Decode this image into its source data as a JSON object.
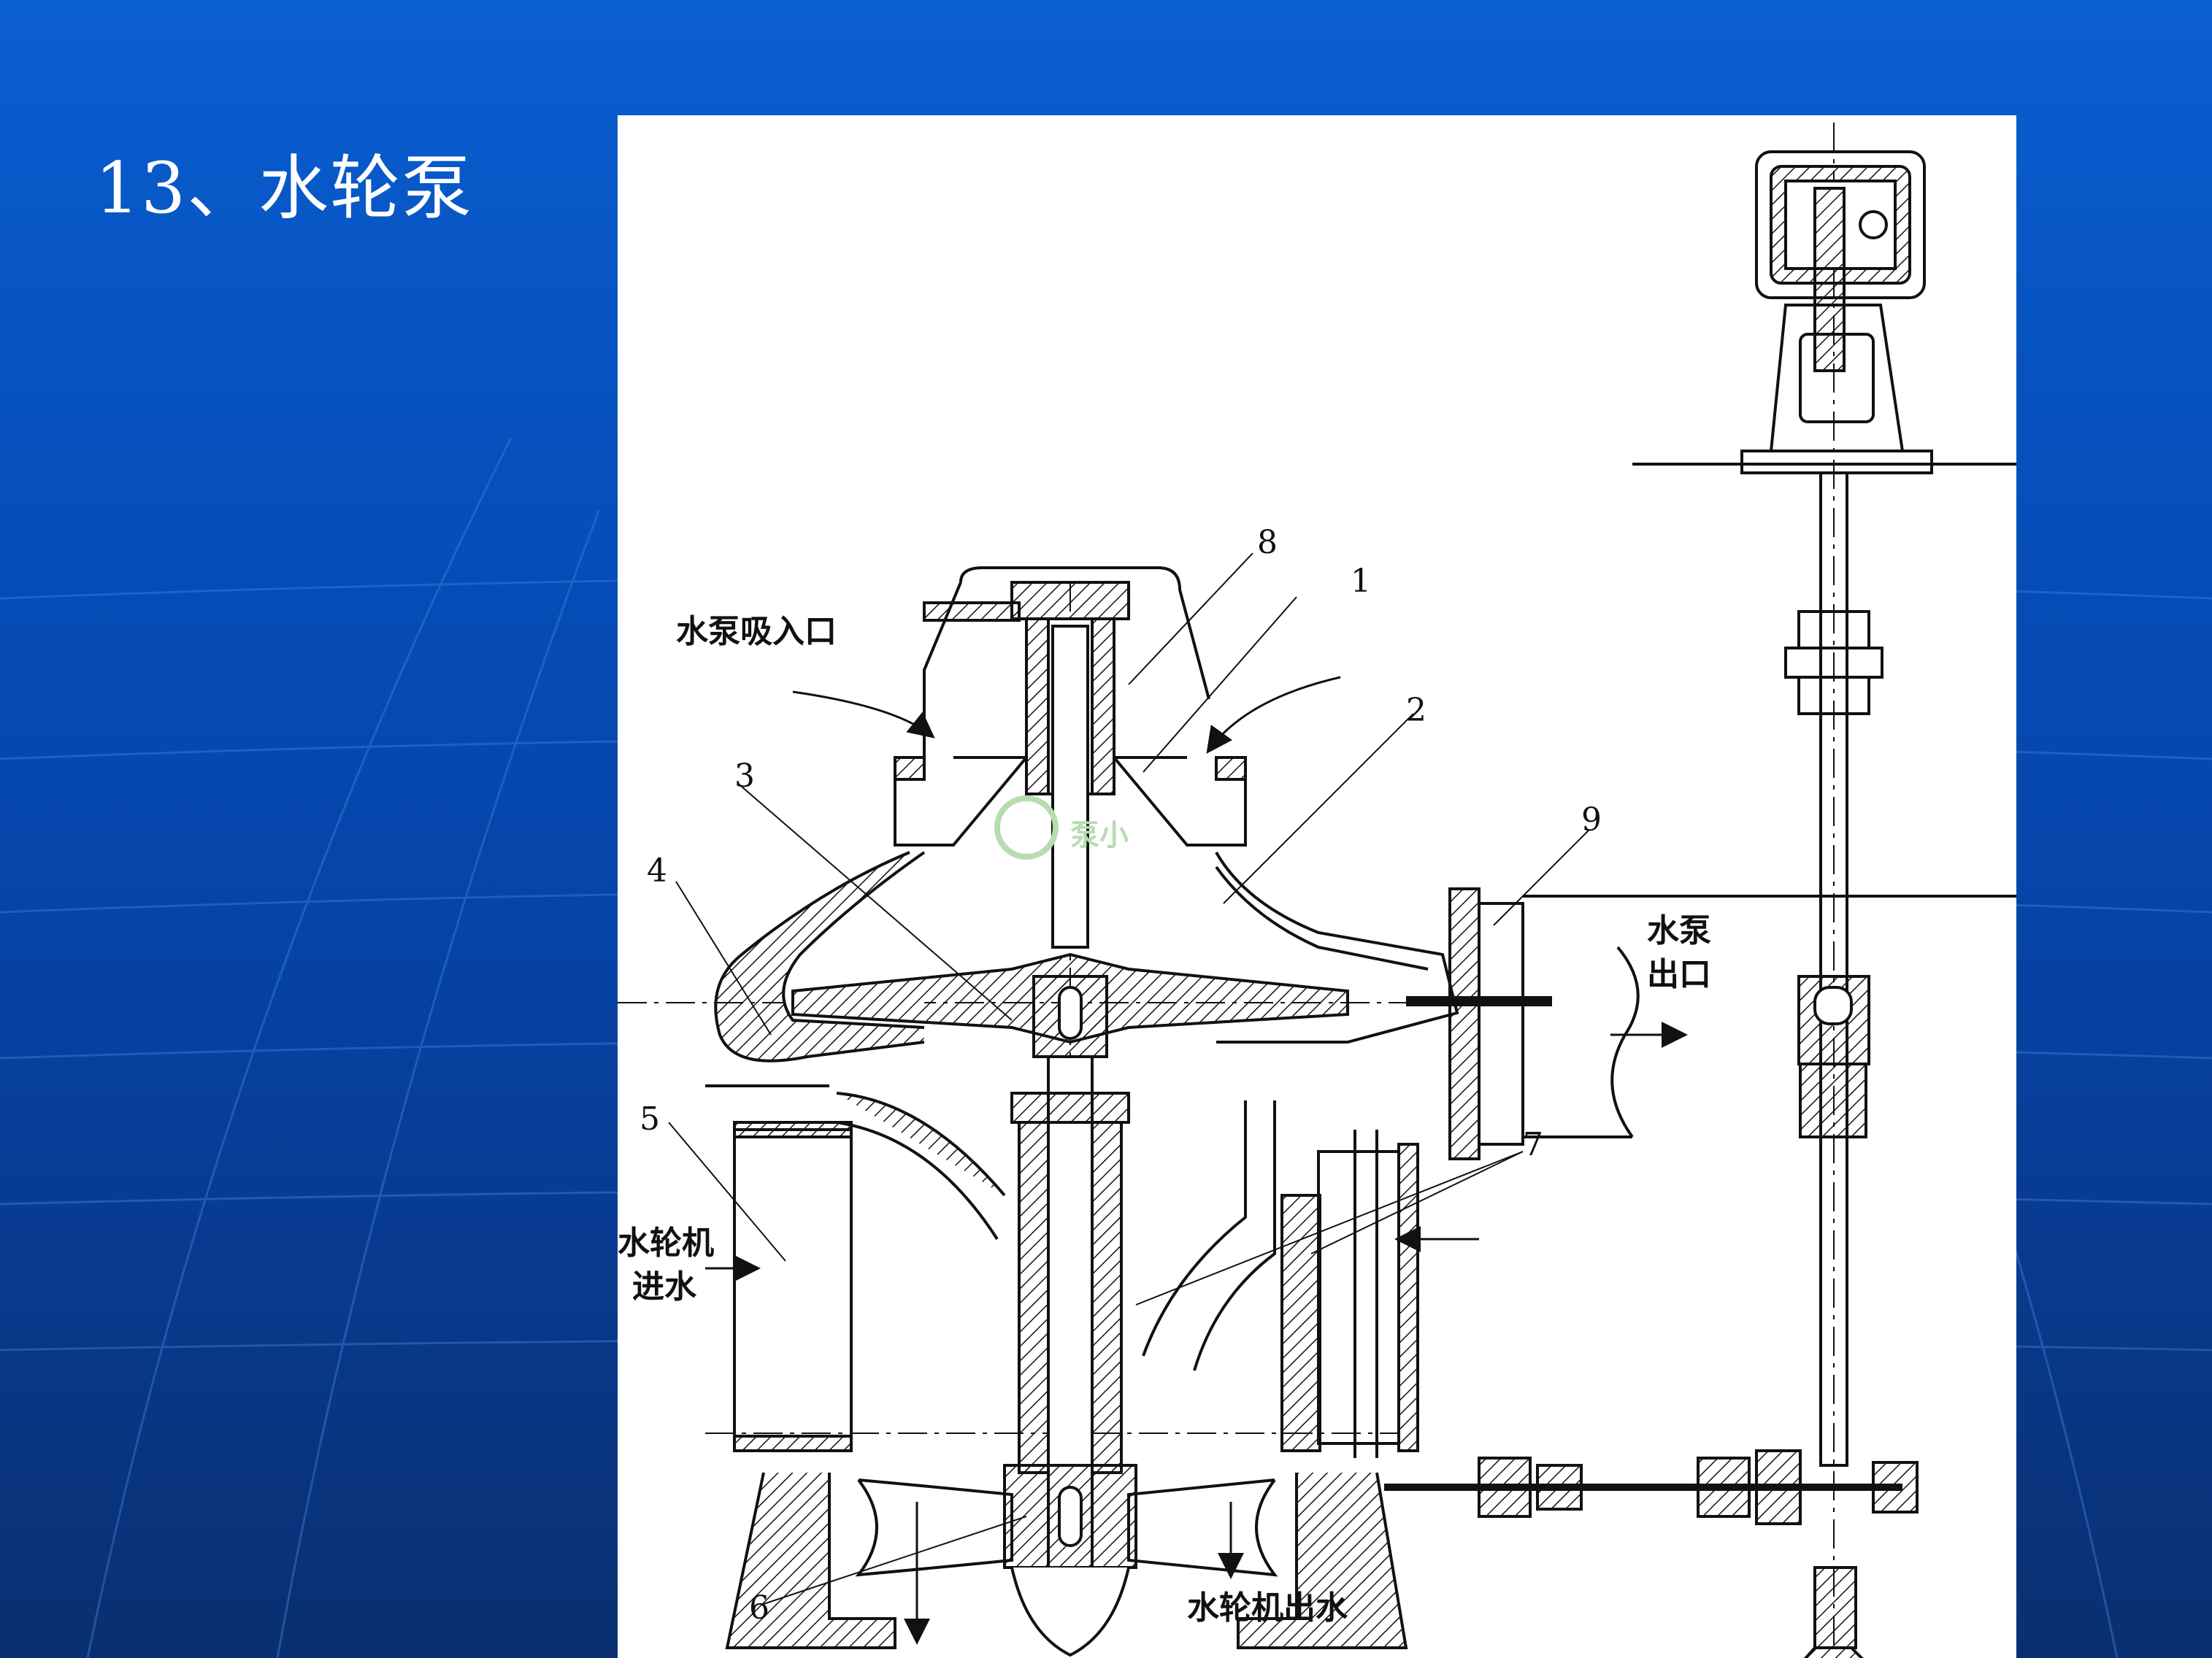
{
  "slide": {
    "title": "13、水轮泵",
    "colors": {
      "background": "#0753c2",
      "figure_background": "#ffffff"
    }
  },
  "diagram": {
    "part_numbers": [
      "1",
      "2",
      "3",
      "4",
      "5",
      "6",
      "7",
      "8",
      "9"
    ],
    "labels": {
      "pump_suction": "水泵吸入口",
      "pump_outlet_line1": "水泵",
      "pump_outlet_line2": "出口",
      "turbine_inlet_line1": "水轮机",
      "turbine_inlet_line2": "进水",
      "turbine_outlet": "水轮机出水"
    },
    "watermark": "泵小"
  }
}
